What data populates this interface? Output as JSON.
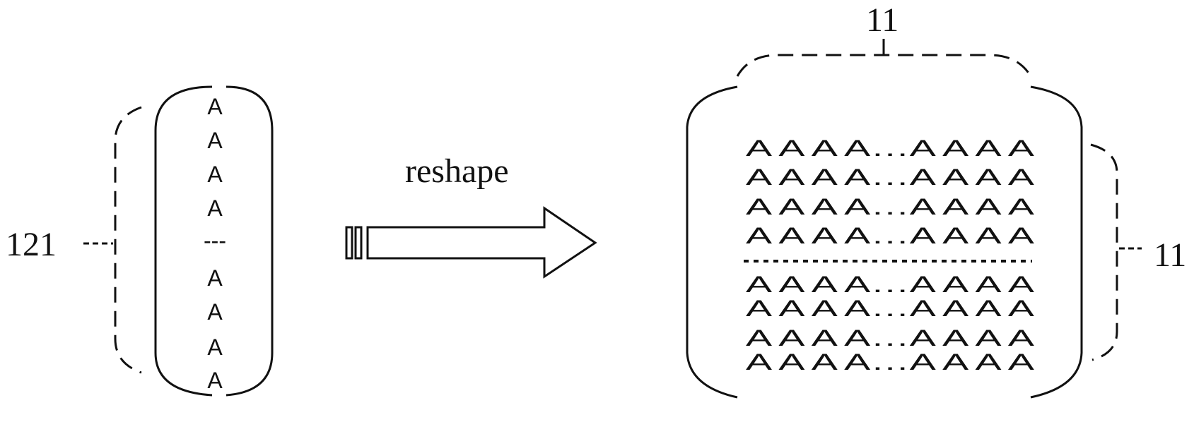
{
  "vector": {
    "label": "121",
    "items": [
      "A",
      "A",
      "A",
      "A",
      "---",
      "A",
      "A",
      "A",
      "A"
    ]
  },
  "operation": {
    "label": "reshape"
  },
  "matrix": {
    "top_label": "11",
    "side_label": "11",
    "rows_top": [
      "A A A A…A A A A",
      "A A A A…A A A A",
      "A A A A…A A A A",
      "A A A A…A A A A"
    ],
    "rows_bottom": [
      "A A A A…A A A A",
      "A A A A…A A A A",
      "A A A A…A A A A",
      "A A A A…A A A A"
    ]
  },
  "colors": {
    "ink": "#111111",
    "background": "#ffffff"
  }
}
